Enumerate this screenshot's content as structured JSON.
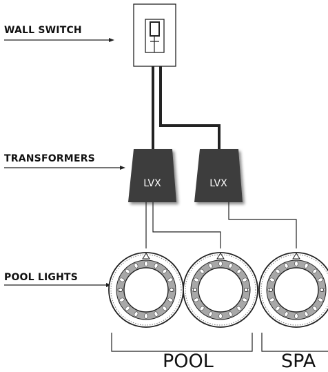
{
  "labels": {
    "wall_switch": "WALL SWITCH",
    "transformers": "TRANSFORMERS",
    "pool_lights": "POOL LIGHTS"
  },
  "transformers": [
    {
      "text": "LVX"
    },
    {
      "text": "LVX"
    }
  ],
  "groups": {
    "pool": "POOL",
    "spa": "SPA"
  },
  "colors": {
    "transformer_fill": "#3d3d3d",
    "line": "#222222",
    "light_ring": "#a8a8a8"
  }
}
